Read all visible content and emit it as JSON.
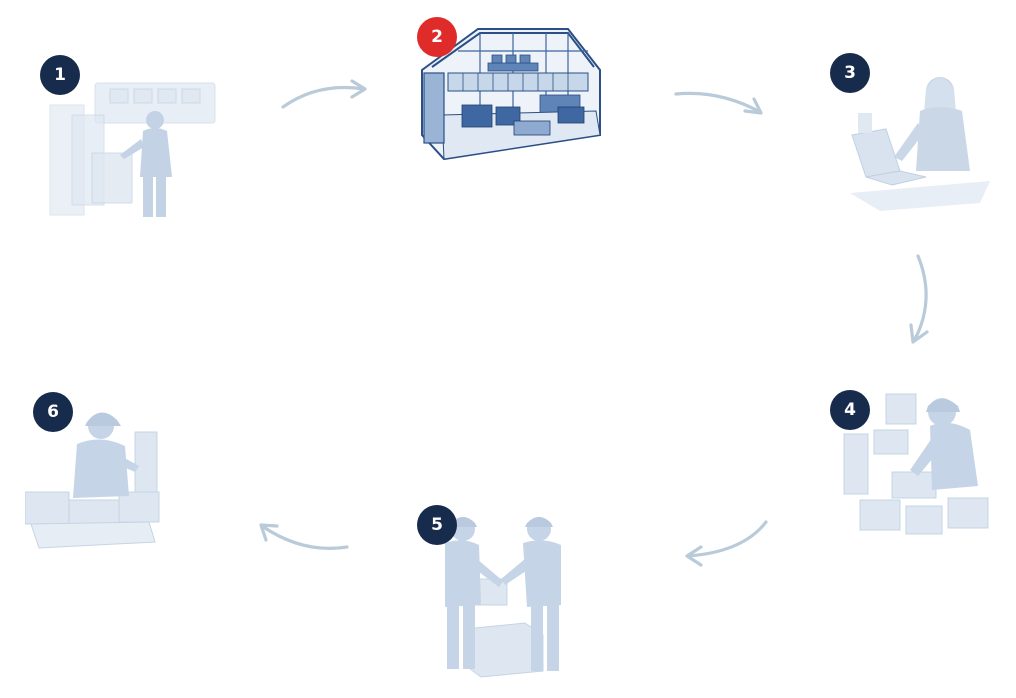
{
  "colors": {
    "badge_default": "#172b4d",
    "badge_active": "#e02b2b",
    "arrow": "#b9cad9",
    "faded_figure": "#cfdceb",
    "faded_figure_dark": "#b7c9dc",
    "active_line": "#2b4f86",
    "active_fill": "#dfe8f3"
  },
  "steps": [
    {
      "number": "1",
      "state": "faded",
      "icon": "production-operator-icon"
    },
    {
      "number": "2",
      "state": "active",
      "icon": "warehouse-icon"
    },
    {
      "number": "3",
      "state": "faded",
      "icon": "office-laptop-worker-icon"
    },
    {
      "number": "4",
      "state": "faded",
      "icon": "packing-worker-icon"
    },
    {
      "number": "5",
      "state": "faded",
      "icon": "handover-workers-icon"
    },
    {
      "number": "6",
      "state": "faded",
      "icon": "inspection-worker-icon"
    }
  ]
}
